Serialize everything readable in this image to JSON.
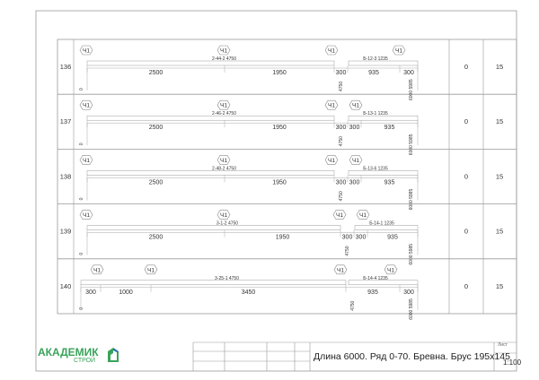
{
  "rows": [
    {
      "num": "136",
      "col_a": "0",
      "col_b": "15",
      "start": "0",
      "mark_4750": "4750",
      "mark_end": "6000 5985",
      "beam1": "2-44-2  4750",
      "beam2": "Б-12-3  1235",
      "hex": [
        "Ч1",
        "Ч1",
        "Ч1",
        "Ч1"
      ],
      "dims": [
        "2500",
        "1950",
        "300",
        "935",
        "300"
      ]
    },
    {
      "num": "137",
      "col_a": "0",
      "col_b": "15",
      "start": "0",
      "mark_4750": "4750",
      "mark_end": "6000 5985",
      "beam1": "2-46-2  4750",
      "beam2": "Б-13-1  1235",
      "hex": [
        "Ч1",
        "Ч1",
        "Ч1",
        "Ч1"
      ],
      "dims": [
        "2500",
        "1950",
        "300",
        "300",
        "935"
      ]
    },
    {
      "num": "138",
      "col_a": "0",
      "col_b": "15",
      "start": "0",
      "mark_4750": "4750",
      "mark_end": "6000 5985",
      "beam1": "2-48-2  4750",
      "beam2": "Б-13-6  1235",
      "hex": [
        "Ч1",
        "Ч1",
        "Ч1",
        "Ч1"
      ],
      "dims": [
        "2500",
        "1950",
        "300",
        "300",
        "935"
      ]
    },
    {
      "num": "139",
      "col_a": "0",
      "col_b": "15",
      "start": "0",
      "mark_4750": "4750",
      "mark_end": "6000 5985",
      "beam1": "3-1-2  4750",
      "beam2": "Б-14-1  1235",
      "hex": [
        "Ч1",
        "Ч1",
        "Ч1",
        "Ч1"
      ],
      "dims": [
        "2500",
        "1950",
        "300",
        "300",
        "935"
      ]
    },
    {
      "num": "140",
      "col_a": "0",
      "col_b": "15",
      "start": "0",
      "mark_4750": "4750",
      "mark_end": "6000 5985",
      "beam1": "3-25-1  4750",
      "beam2": "Б-14-4  1235",
      "hex": [
        "Ч1",
        "Ч1",
        "Ч1",
        "Ч1"
      ],
      "dims": [
        "300",
        "1000",
        "3450",
        "935",
        "300"
      ]
    }
  ],
  "title_block": {
    "logo_main": "АКАДЕМИК",
    "logo_sub": "СТРОЙ",
    "title": "Длина 6000. Ряд 0-70. Бревна. Брус 195х145",
    "sheet_label": "Лист",
    "scale": "1:100"
  },
  "colors": {
    "logo_green": "#3aa35a",
    "logo_blue": "#2a6fb0",
    "line": "#999999"
  }
}
